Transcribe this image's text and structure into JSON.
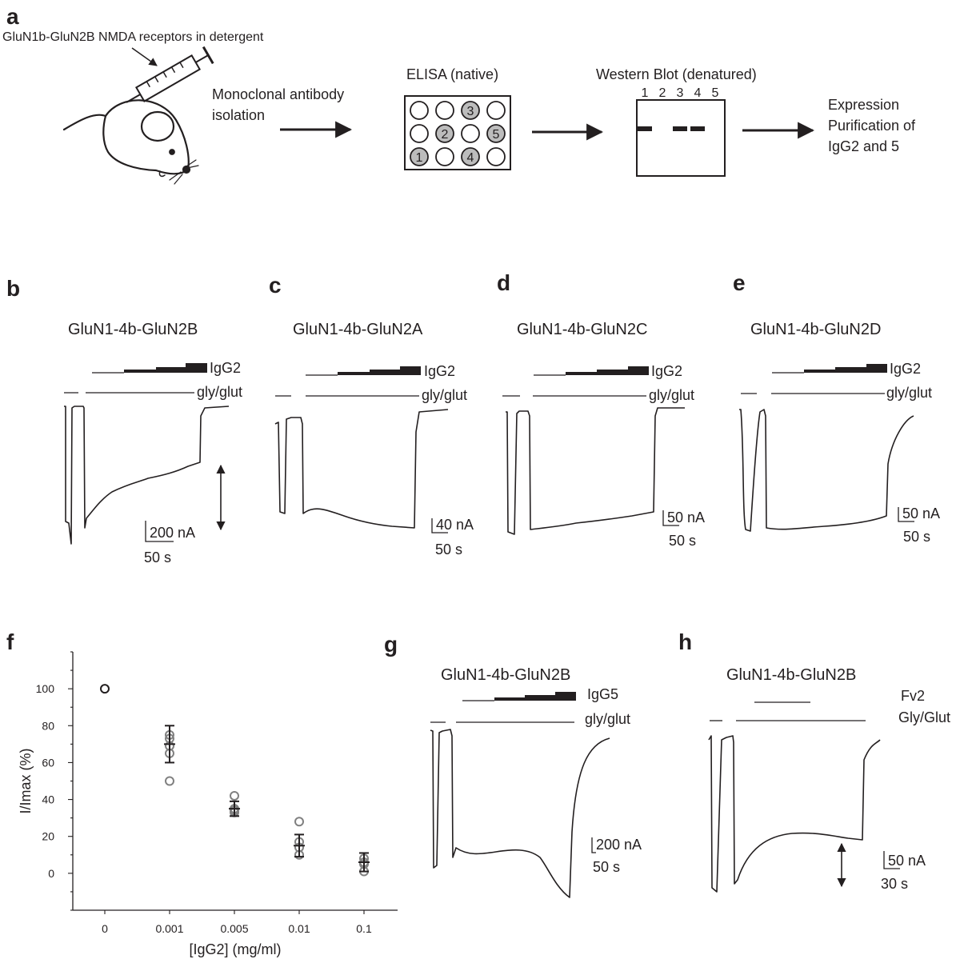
{
  "panel_a": {
    "letter": "a",
    "receptor_label": "GluN1b-GluN2B NMDA receptors in detergent",
    "step1_line1": "Monoclonal antibody",
    "step1_line2": "isolation",
    "elisa_title": "ELISA (native)",
    "elisa_wells": [
      [
        "",
        "",
        "3",
        ""
      ],
      [
        "",
        "2",
        "",
        "5"
      ],
      [
        "1",
        "",
        "4",
        ""
      ]
    ],
    "wb_title": "Western Blot (denatured)",
    "wb_lanes": [
      "1",
      "2",
      "3",
      "4",
      "5"
    ],
    "wb_bands": [
      1,
      3,
      4
    ],
    "outcome_line1": "Expression",
    "outcome_line2": "Purification of",
    "outcome_line3": "IgG2 and 5"
  },
  "panels_traces": [
    {
      "letter": "b",
      "title": "GluN1-4b-GluN2B",
      "drug": "IgG2",
      "agonist": "gly/glut",
      "scale_i": "200 nA",
      "scale_t": "50 s"
    },
    {
      "letter": "c",
      "title": "GluN1-4b-GluN2A",
      "drug": "IgG2",
      "agonist": "gly/glut",
      "scale_i": "40 nA",
      "scale_t": "50 s"
    },
    {
      "letter": "d",
      "title": "GluN1-4b-GluN2C",
      "drug": "IgG2",
      "agonist": "gly/glut",
      "scale_i": "50 nA",
      "scale_t": "50 s"
    },
    {
      "letter": "e",
      "title": "GluN1-4b-GluN2D",
      "drug": "IgG2",
      "agonist": "gly/glut",
      "scale_i": "50 nA",
      "scale_t": "50 s"
    },
    {
      "letter": "g",
      "title": "GluN1-4b-GluN2B",
      "drug": "IgG5",
      "agonist": "gly/glut",
      "scale_i": "200 nA",
      "scale_t": "50 s"
    },
    {
      "letter": "h",
      "title": "GluN1-4b-GluN2B",
      "drug": "Fv2",
      "agonist": "Gly/Glut",
      "scale_i": "50 nA",
      "scale_t": "30 s"
    }
  ],
  "panel_f": {
    "letter": "f"
  },
  "chart_data": {
    "type": "scatter",
    "title": "",
    "xlabel": "[IgG2] (mg/ml)",
    "ylabel": "I/Imax (%)",
    "categories": [
      "0",
      "0.001",
      "0.005",
      "0.01",
      "0.1"
    ],
    "ylim": [
      -20,
      120
    ],
    "yticks": [
      0,
      20,
      40,
      60,
      80,
      100
    ],
    "individual_points": [
      [
        100
      ],
      [
        75,
        73,
        69,
        65,
        50
      ],
      [
        42,
        35,
        34,
        33
      ],
      [
        28,
        17,
        14,
        10
      ],
      [
        8,
        6,
        5,
        1
      ]
    ],
    "mean": [
      100,
      70,
      35,
      15,
      6
    ],
    "error": [
      0,
      10,
      4,
      6,
      5
    ],
    "point_colors": {
      "control": "#231f20",
      "individual": "#808080"
    }
  }
}
